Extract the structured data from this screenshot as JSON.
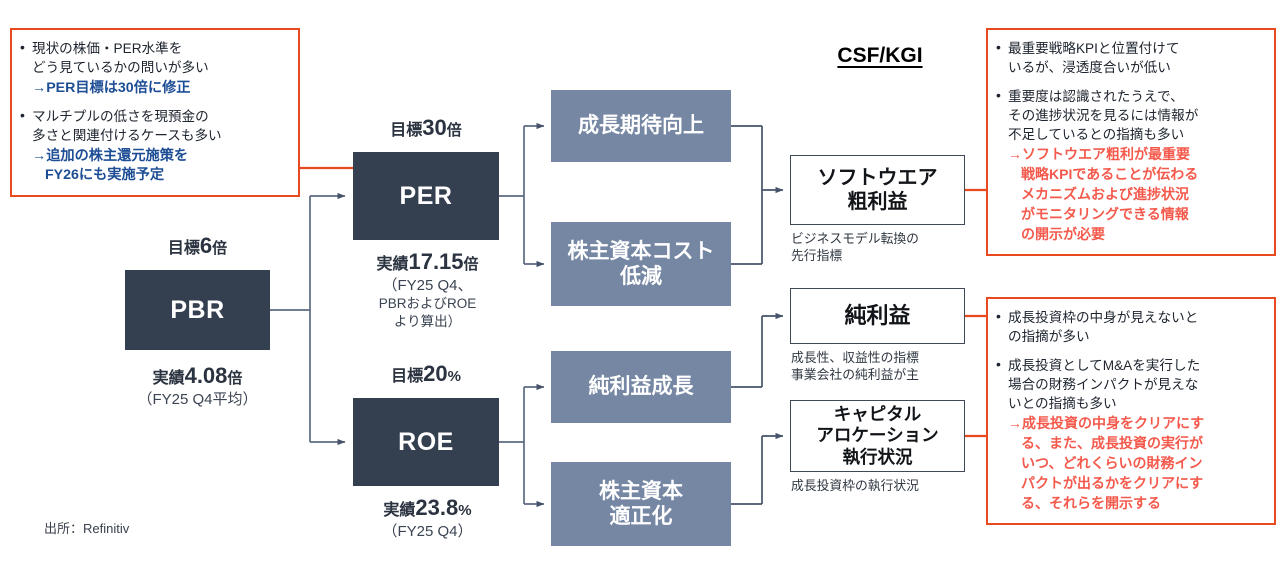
{
  "headings": {
    "csf_kgi": "CSF/KGI"
  },
  "kpi_boxes": [
    {
      "name": "PBR",
      "label": "PBR",
      "target_prefix": "目標",
      "target_value": "6",
      "target_unit": "倍",
      "actual_prefix": "実績",
      "actual_value": "4.08",
      "actual_unit": "倍",
      "actual_note": "（FY25 Q4平均）"
    },
    {
      "name": "PER",
      "label": "PER",
      "target_prefix": "目標",
      "target_value": "30",
      "target_unit": "倍",
      "actual_prefix": "実績",
      "actual_value": "17.15",
      "actual_unit": "倍",
      "actual_note_1": "（FY25 Q4、",
      "actual_note_2": "PBRおよびROE",
      "actual_note_3": "より算出）"
    },
    {
      "name": "ROE",
      "label": "ROE",
      "target_prefix": "目標",
      "target_value": "20",
      "target_unit": "%",
      "actual_prefix": "実績",
      "actual_value": "23.8",
      "actual_unit": "%",
      "actual_note": "（FY25 Q4）"
    }
  ],
  "drivers": [
    {
      "label": "成長期待向上"
    },
    {
      "line1": "株主資本コスト",
      "line2": "低減"
    },
    {
      "label": "純利益成長"
    },
    {
      "line1": "株主資本",
      "line2": "適正化"
    }
  ],
  "csf_items": [
    {
      "line1": "ソフトウエア",
      "line2": "粗利益",
      "caption_1": "ビジネスモデル転換の",
      "caption_2": "先行指標"
    },
    {
      "line1": "純利益",
      "line2": "",
      "caption_1": "成長性、収益性の指標",
      "caption_2": "事業会社の純利益が主"
    },
    {
      "line1": "キャピタル",
      "line2": "アロケーション",
      "line3": "執行状況",
      "caption_1": "成長投資枠の執行状況",
      "caption_2": ""
    }
  ],
  "callouts": {
    "left": {
      "items": [
        {
          "text_1": "現状の株価・PER水準を",
          "text_2": "どう見ているかの問いが多い",
          "accent_1": "→PER目標は30倍に修正",
          "accent_2": ""
        },
        {
          "text_1": "マルチプルの低さを現預金の",
          "text_2": "多さと関連付けるケースも多い",
          "accent_1": "→追加の株主還元施策を",
          "accent_2": "FY26にも実施予定"
        }
      ]
    },
    "right_top": {
      "items": [
        {
          "text_1": "最重要戦略KPIと位置付けて",
          "text_2": "いるが、浸透度合いが低い",
          "accent": []
        },
        {
          "text_1": "重要度は認識されたうえで、",
          "text_2": "その進捗状況を見るには情報が",
          "text_3": "不足しているとの指摘も多い",
          "accent": [
            "→ソフトウエア粗利が最重要",
            "戦略KPIであることが伝わる",
            "メカニズムおよび進捗状況",
            "がモニタリングできる情報",
            "の開示が必要"
          ]
        }
      ]
    },
    "right_bottom": {
      "items": [
        {
          "text_1": "成長投資枠の中身が見えないと",
          "text_2": "の指摘が多い",
          "accent": []
        },
        {
          "text_1": "成長投資としてM&Aを実行した",
          "text_2": "場合の財務インパクトが見えな",
          "text_3": "いとの指摘も多い",
          "accent": [
            "→成長投資の中身をクリアにす",
            "る、また、成長投資の実行が",
            "いつ、どれくらいの財務イン",
            "パクトが出るかをクリアにす",
            "る、それらを開示する"
          ]
        }
      ]
    }
  },
  "source_note": "出所：Refinitiv",
  "colors": {
    "kpi_box": "#343f50",
    "driver_box": "#7687a4",
    "callout_border": "#e8491f",
    "accent_blue": "#1d4e95",
    "accent_red": "#f4594c",
    "connector": "#5b6a80"
  }
}
